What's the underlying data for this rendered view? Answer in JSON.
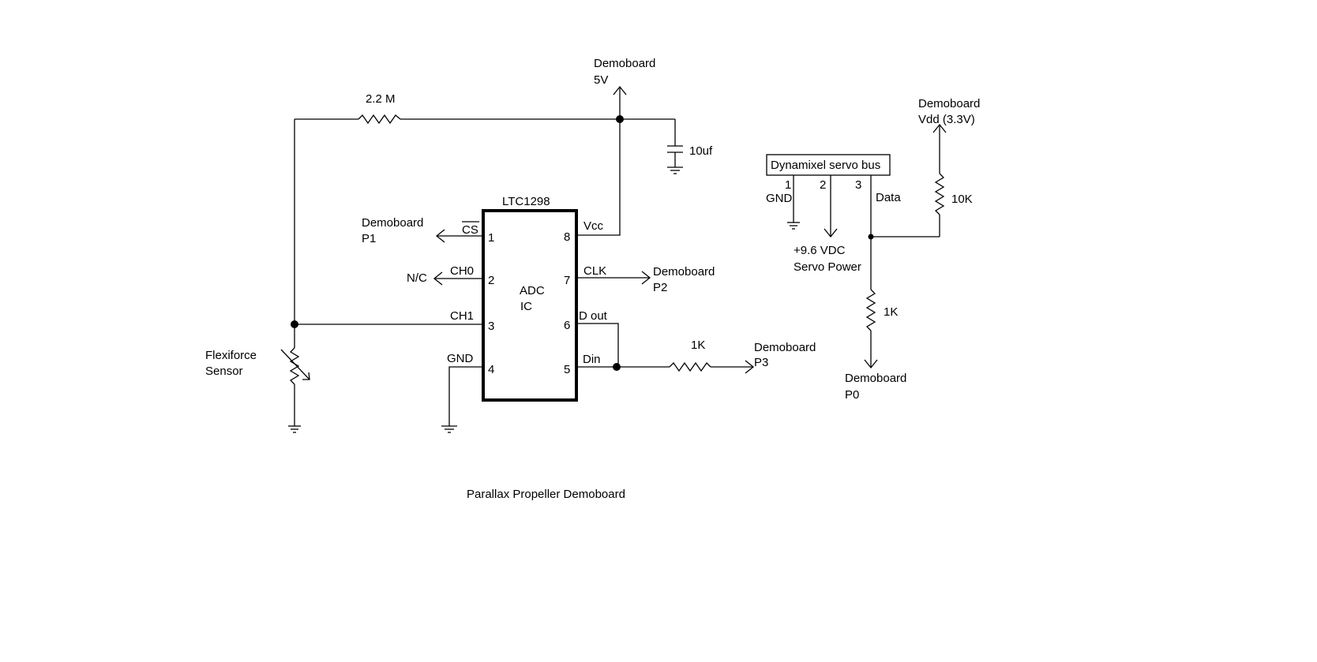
{
  "diagram": {
    "caption": "Parallax Propeller Demoboard",
    "ic": {
      "part": "LTC1298",
      "body_line1": "ADC",
      "body_line2": "IC",
      "pins": {
        "p1": {
          "num": "1",
          "name": "CS"
        },
        "p2": {
          "num": "2",
          "name": "CH0"
        },
        "p3": {
          "num": "3",
          "name": "CH1"
        },
        "p4": {
          "num": "4",
          "name": "GND"
        },
        "p5": {
          "num": "5",
          "name": "Din"
        },
        "p6": {
          "num": "6",
          "name": "D out"
        },
        "p7": {
          "num": "7",
          "name": "CLK"
        },
        "p8": {
          "num": "8",
          "name": "Vcc"
        }
      }
    },
    "labels": {
      "supply5v_l1": "Demoboard",
      "supply5v_l2": "5V",
      "r_feedback": "2.2 M",
      "cap": "10uf",
      "p1_l1": "Demoboard",
      "p1_l2": "P1",
      "nc": "N/C",
      "p2_l1": "Demoboard",
      "p2_l2": "P2",
      "r_din": "1K",
      "p3_l1": "Demoboard",
      "p3_l2": "P3",
      "sensor_l1": "Flexiforce",
      "sensor_l2": "Sensor",
      "vdd_l1": "Demoboard",
      "vdd_l2": "Vdd (3.3V)",
      "bus": "Dynamixel servo bus",
      "bus_pin1": "1",
      "bus_pin2": "2",
      "bus_pin3": "3",
      "bus_gnd": "GND",
      "bus_data": "Data",
      "r_pullup": "10K",
      "servo_l1": "+9.6 VDC",
      "servo_l2": "Servo Power",
      "r_p0": "1K",
      "p0_l1": "Demoboard",
      "p0_l2": "P0"
    }
  }
}
